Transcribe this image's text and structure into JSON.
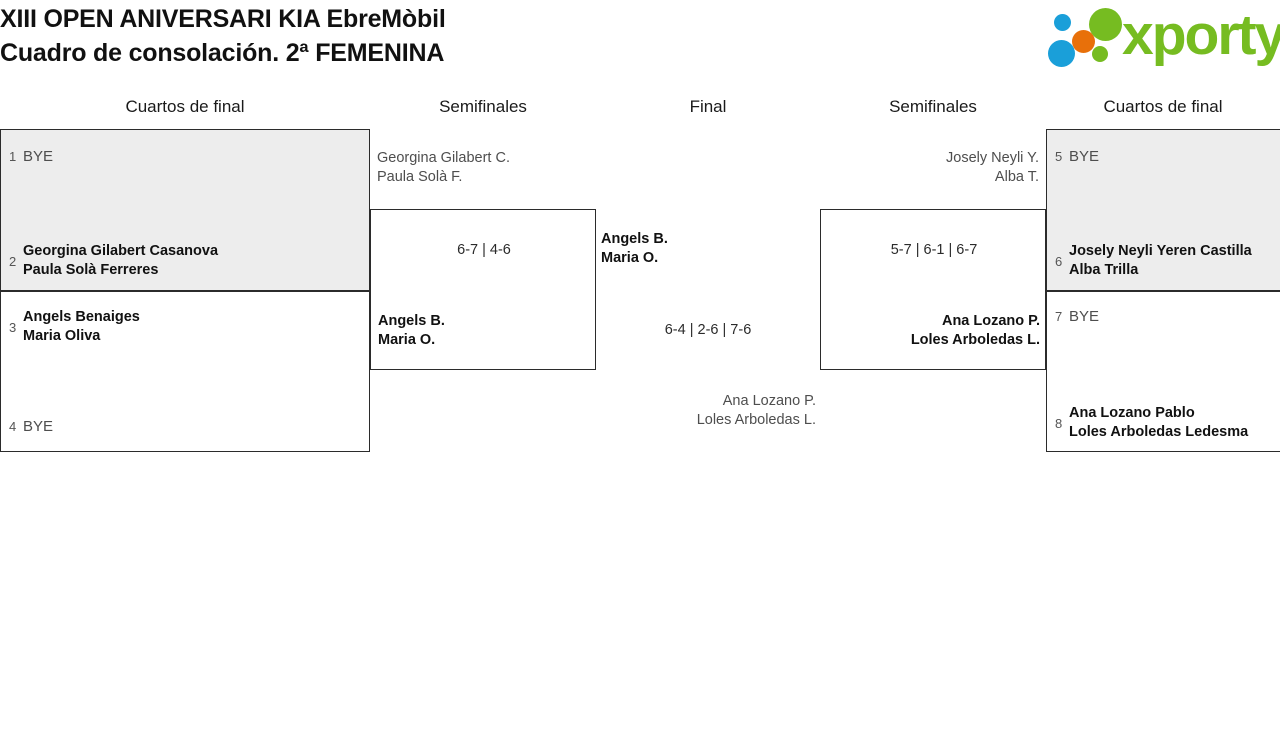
{
  "header": {
    "title_line1": "XIII OPEN ANIVERSARI KIA EbreMòbil",
    "title_line2": "Cuadro de consolación. 2ª FEMENINA",
    "logo_word": "xporty",
    "logo_colors": {
      "blue": "#1a9fd9",
      "orange": "#e8700a",
      "green": "#76bc21"
    }
  },
  "rounds": [
    {
      "key": "qf_left",
      "label": "Cuartos de final"
    },
    {
      "key": "sf_left",
      "label": "Semifinales"
    },
    {
      "key": "final",
      "label": "Final"
    },
    {
      "key": "sf_right",
      "label": "Semifinales"
    },
    {
      "key": "qf_right",
      "label": "Cuartos de final"
    }
  ],
  "qf_left": {
    "entries": [
      {
        "seed": "1",
        "bye": "BYE",
        "status": "bye"
      },
      {
        "seed": "2",
        "line1": "Georgina Gilabert Casanova",
        "line2": "Paula Solà Ferreres",
        "status": "winner"
      },
      {
        "seed": "3",
        "line1": "Angels Benaiges",
        "line2": "Maria Oliva",
        "status": "winner"
      },
      {
        "seed": "4",
        "bye": "BYE",
        "status": "bye"
      }
    ]
  },
  "qf_right": {
    "entries": [
      {
        "seed": "5",
        "bye": "BYE",
        "status": "bye"
      },
      {
        "seed": "6",
        "line1": "Josely Neyli Yeren Castilla",
        "line2": "Alba Trilla",
        "status": "winner"
      },
      {
        "seed": "7",
        "bye": "BYE",
        "status": "bye"
      },
      {
        "seed": "8",
        "line1": "Ana Lozano Pablo",
        "line2": "Loles Arboledas Ledesma",
        "status": "winner"
      }
    ]
  },
  "sf_left": {
    "top": {
      "line1": "Georgina Gilabert C.",
      "line2": "Paula Solà F.",
      "status": "loser"
    },
    "bottom": {
      "line1": "Angels B.",
      "line2": "Maria O.",
      "status": "winner"
    },
    "score": "6-7 | 4-6"
  },
  "sf_right": {
    "top": {
      "line1": "Josely Neyli Y.",
      "line2": "Alba T.",
      "status": "loser"
    },
    "bottom": {
      "line1": "Ana Lozano P.",
      "line2": "Loles Arboledas L.",
      "status": "winner"
    },
    "score": "5-7 | 6-1 | 6-7"
  },
  "final": {
    "top": {
      "line1": "Angels B.",
      "line2": "Maria O.",
      "status": "winner"
    },
    "bottom": {
      "line1": "Ana Lozano P.",
      "line2": "Loles Arboledas L.",
      "status": "loser"
    },
    "score": "6-4 | 2-6 | 7-6"
  }
}
